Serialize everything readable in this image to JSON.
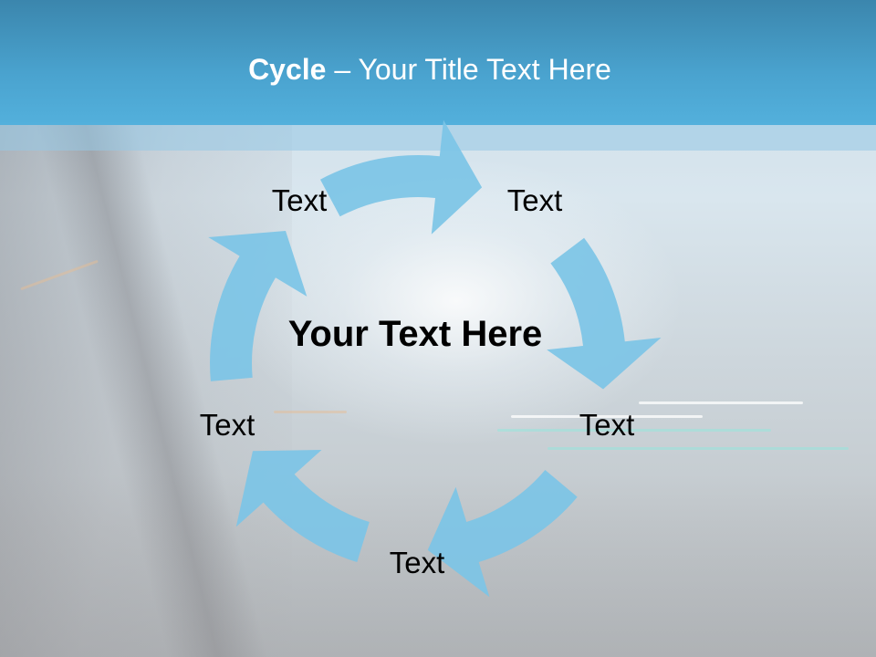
{
  "title": {
    "bold": "Cycle",
    "rest": " – Your Title Text Here"
  },
  "center_text": "Your Text Here",
  "cycle_nodes": [
    {
      "label": "Text"
    },
    {
      "label": "Text"
    },
    {
      "label": "Text"
    },
    {
      "label": "Text"
    },
    {
      "label": "Text"
    }
  ],
  "colors": {
    "header": "#4aa3cf",
    "arrow": "#7cc4e6",
    "title_text": "#ffffff",
    "body_text": "#000000"
  }
}
